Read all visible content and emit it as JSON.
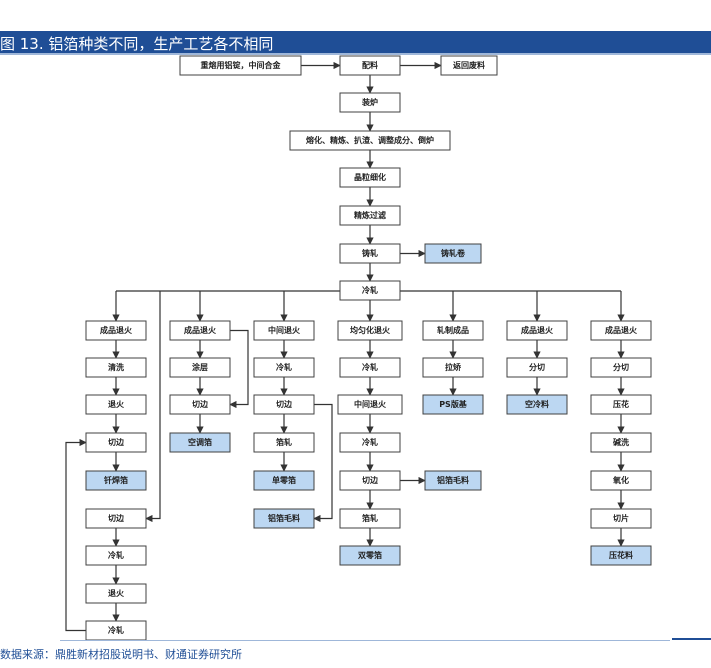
{
  "title": "图 13. 铝箔种类不同，生产工艺各不相同",
  "source": "数据来源：鼎胜新材招股说明书、财通证券研究所",
  "nodes": {
    "n_raw": "重熔用铝锭，中间合金",
    "n_mix": "配料",
    "n_scrap": "返回废料",
    "n_load": "装炉",
    "n_melt": "熔化、精炼、扒渣、调整成分、倒炉",
    "n_grain": "晶粒细化",
    "n_filter": "精炼过滤",
    "n_cast": "铸轧",
    "n_coil": "铸轧卷",
    "n_cold": "冷轧",
    "a1": "成品退火",
    "a2": "清洗",
    "a3": "退火",
    "a4": "切边",
    "a5": "钎焊箔",
    "a6": "切边",
    "a7": "冷轧",
    "a8": "退火",
    "a9": "冷轧",
    "b1": "成品退火",
    "b2": "涂层",
    "b3": "切边",
    "b4": "空调箔",
    "c1": "中间退火",
    "c2": "冷轧",
    "c3": "切边",
    "c4": "箔轧",
    "c5": "单零箔",
    "c6": "铝箔毛料",
    "d1": "均匀化退火",
    "d2": "冷轧",
    "d3": "中间退火",
    "d4": "冷轧",
    "d5": "切边",
    "d6": "铝箔毛料",
    "d7": "箔轧",
    "d8": "双零箔",
    "e1": "轧制成品",
    "e2": "拉矫",
    "e3": "PS版基",
    "f1": "成品退火",
    "f2": "分切",
    "f3": "空冷料",
    "g1": "成品退火",
    "g2": "分切",
    "g3": "压花",
    "g4": "碱洗",
    "g5": "氧化",
    "g6": "切片",
    "g7": "压花料"
  },
  "highlighted": [
    "n_coil",
    "a5",
    "b4",
    "c5",
    "c6",
    "d6",
    "d8",
    "e3",
    "f3",
    "g7"
  ],
  "colors": {
    "title_bar": "#1f4e96",
    "highlight_fill": "#bcd7f2",
    "source_text": "#1f4e96"
  }
}
